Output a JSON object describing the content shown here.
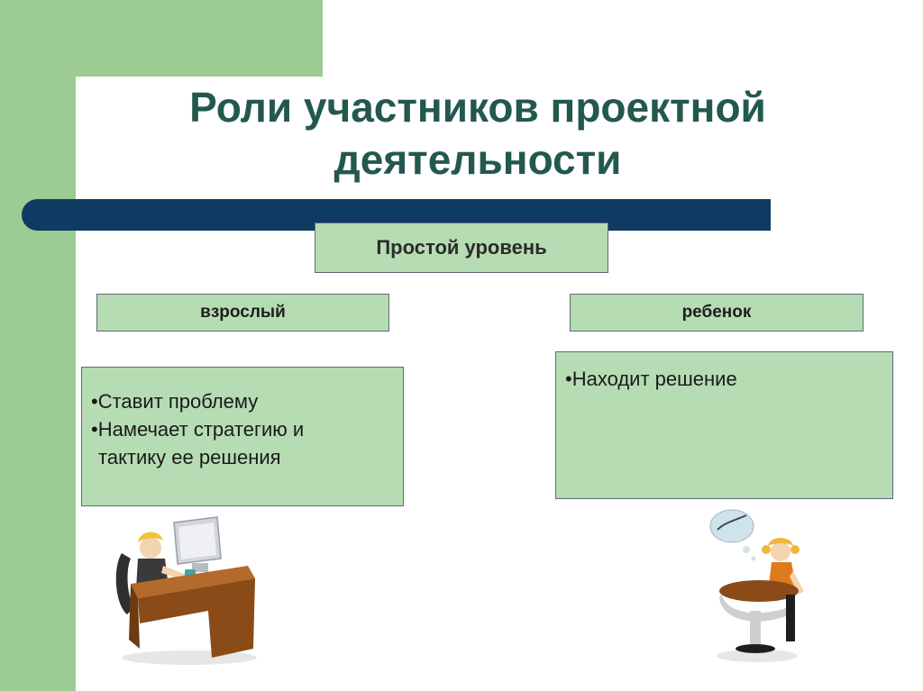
{
  "title": {
    "line1": "Роли участников проектной",
    "line2": "деятельности"
  },
  "level": {
    "label": "Простой уровень"
  },
  "roles": {
    "adult": {
      "label": "взрослый",
      "bullets": [
        "•Ставит проблему",
        "•Намечает стратегию и"
      ],
      "continuation": "тактику ее решения"
    },
    "child": {
      "label": "ребенок",
      "bullets": [
        "•Находит решение"
      ]
    }
  },
  "colors": {
    "green": "#9ccb93",
    "box": "#b6dcb3",
    "title": "#23584f",
    "bar": "#0f3a62"
  }
}
